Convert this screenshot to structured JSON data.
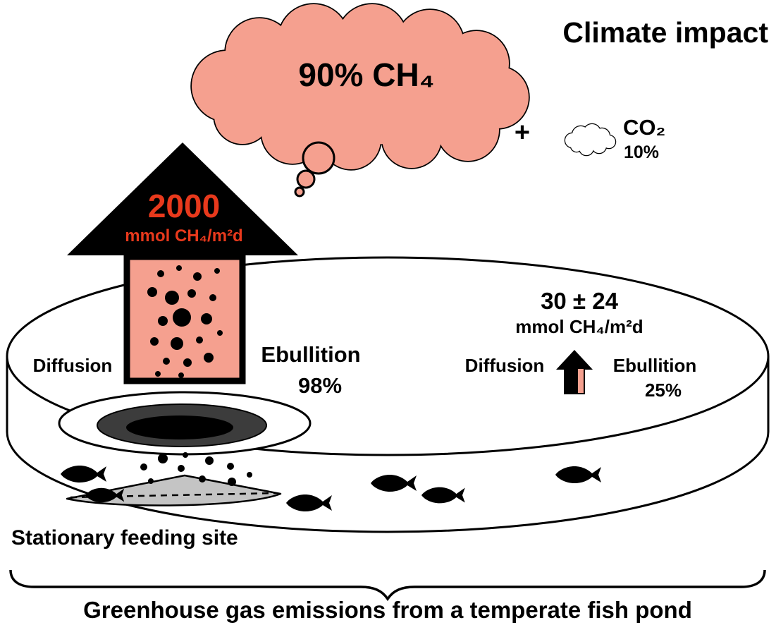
{
  "title": "Climate impact",
  "cloud": {
    "label": "90% CH₄"
  },
  "co2": {
    "plus": "+",
    "label": "CO₂",
    "percent": "10%"
  },
  "hotspot_flux": {
    "value": "2000",
    "unit": "mmol CH₄/m²d",
    "diffusion_label": "Diffusion",
    "ebullition_label": "Ebullition",
    "ebullition_percent": "98%"
  },
  "pond_flux": {
    "value": "30 ± 24",
    "unit": "mmol CH₄/m²d",
    "diffusion_label": "Diffusion",
    "ebullition_label": "Ebullition",
    "ebullition_percent": "25%"
  },
  "feeding_site": {
    "label": "Stationary feeding site"
  },
  "caption": "Greenhouse gas emissions from a temperate fish pond",
  "colors": {
    "methane_pink": "#F5A08F",
    "flux_red": "#E8391C",
    "feed_gray": "#C4C4C4",
    "sediment_dark_gray": "#3C3C3C",
    "black": "#000000",
    "white": "#FFFFFF"
  }
}
